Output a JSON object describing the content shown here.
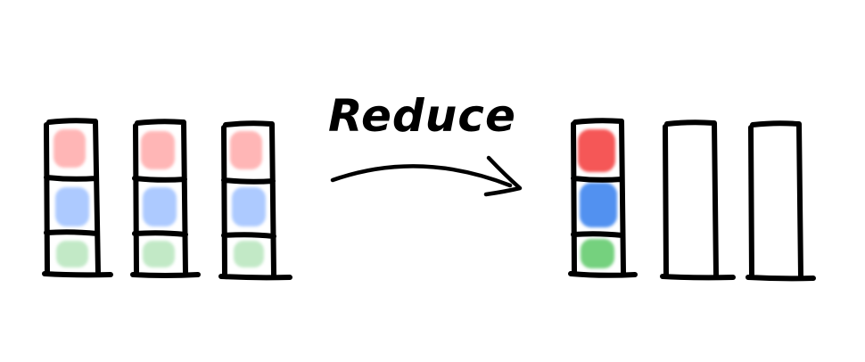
{
  "diagram": {
    "label": "Reduce",
    "colors": {
      "ink": "#000000",
      "red_light": "#ffb3b3",
      "blue_light": "#a9c8ff",
      "green_light": "#bfe8c4",
      "red_strong": "#f55050",
      "blue_strong": "#4a8cf0",
      "green_strong": "#6ecf78"
    },
    "before": {
      "buffers": [
        {
          "cells": [
            "red",
            "blue",
            "green"
          ]
        },
        {
          "cells": [
            "red",
            "blue",
            "green"
          ]
        },
        {
          "cells": [
            "red",
            "blue",
            "green"
          ]
        }
      ]
    },
    "after": {
      "buffers": [
        {
          "cells": [
            "red",
            "blue",
            "green"
          ],
          "reduced": true
        },
        {
          "cells": []
        },
        {
          "cells": []
        }
      ]
    }
  }
}
